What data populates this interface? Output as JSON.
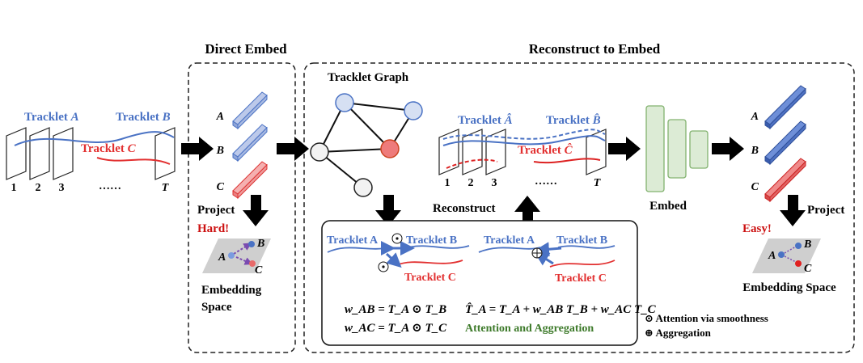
{
  "colors": {
    "blue": "#4a72c4",
    "red": "#e23030",
    "dark_red": "#cc1111",
    "green_text": "#3d7a2a",
    "node_blue_fill": "#d6e0f3",
    "node_red_fill": "#ee7b7b",
    "encoder_fill": "#dcebd5",
    "encoder_stroke": "#82b26f",
    "embed_gray": "#cfcfcf"
  },
  "sections": {
    "direct_embed_title": "Direct Embed",
    "reconstruct_title": "Reconstruct to Embed"
  },
  "input": {
    "tracklet_prefix": "Tracklet",
    "label_a": "A",
    "label_b": "B",
    "label_c": "C",
    "frame_1": "1",
    "frame_2": "2",
    "frame_3": "3",
    "ellipsis": "……",
    "frame_t": "T"
  },
  "direct": {
    "vec_a": "A",
    "vec_b": "B",
    "vec_c": "C",
    "project": "Project",
    "hard": "Hard!",
    "pt_a": "A",
    "pt_b": "B",
    "pt_c": "C",
    "space_line1": "Embedding",
    "space_line2": "Space"
  },
  "reconstruct": {
    "graph_title": "Tracklet Graph",
    "tracklet_prefix": "Tracklet",
    "label_a_hat": "Â",
    "label_b_hat": "B̂",
    "label_c_hat": "Ĉ",
    "frame_1": "1",
    "frame_2": "2",
    "frame_3": "3",
    "ellipsis": "……",
    "frame_t": "T",
    "reconstruct_label": "Reconstruct",
    "embed_label": "Embed",
    "vec_a": "A",
    "vec_b": "B",
    "vec_c": "C",
    "project": "Project",
    "easy": "Easy!",
    "pt_a": "A",
    "pt_b": "B",
    "pt_c": "C",
    "space_label": "Embedding Space"
  },
  "inset": {
    "left_tracklet_a": "Tracklet A",
    "left_tracklet_b": "Tracklet B",
    "left_tracklet_c": "Tracklet C",
    "right_tracklet_a": "Tracklet A",
    "right_tracklet_b": "Tracklet B",
    "right_tracklet_c": "Tracklet C",
    "eq_ab": "w_AB = T_A ⊙ T_B",
    "eq_ac": "w_AC = T_A ⊙ T_C",
    "eq_agg": "T̂_A = T_A + w_AB T_B + w_AC T_C",
    "caption": "Attention and Aggregation"
  },
  "legend": {
    "attention_symbol": "⊙",
    "attention_text": "Attention via smoothness",
    "aggregation_symbol": "⊕",
    "aggregation_text": "Aggregation"
  }
}
